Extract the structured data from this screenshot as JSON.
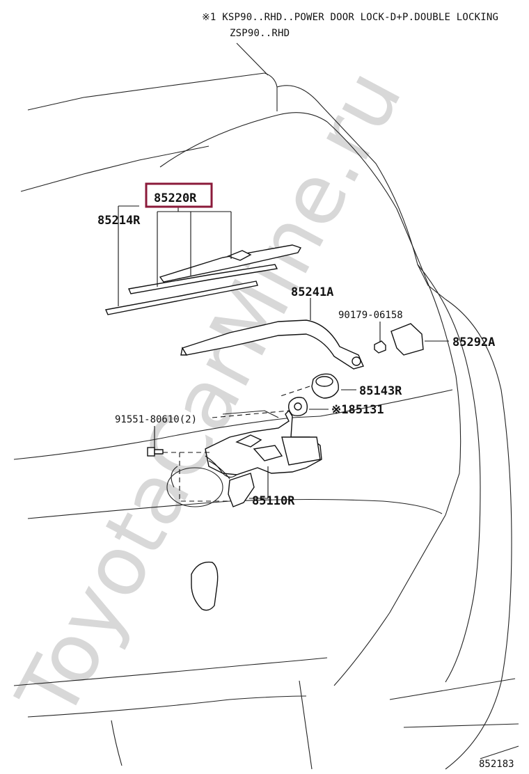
{
  "notes": {
    "line1": "※1 KSP90..RHD..POWER DOOR LOCK-D+P.DOUBLE LOCKING",
    "line2": "ZSP90..RHD"
  },
  "labels": {
    "blade_assembly": "85220R",
    "blade_rubber": "85214R",
    "arm": "85241A",
    "nut": "90179-06158",
    "cap": "85292A",
    "pivot_cushion": "85143R",
    "grommet": "※185131",
    "bolt": "91551-80610(2)",
    "motor": "85110R"
  },
  "highlight": {
    "target": "85220R",
    "color": "#8b1a3a"
  },
  "watermark": "ToyotaCarMine.ru",
  "diagram_id": "852183"
}
